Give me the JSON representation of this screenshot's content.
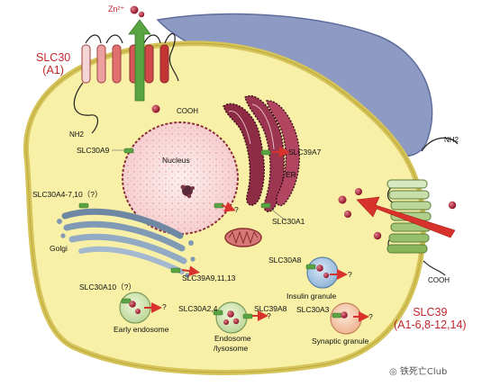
{
  "labels": {
    "zn": "Zn²⁺",
    "cooh_top": "COOH",
    "nh2_left": "NH2",
    "nh2_right": "NH2",
    "cooh_right": "COOH",
    "nucleus": "Nucleus",
    "er": "ER",
    "golgi": "Golgi",
    "slc30a9": "SLC30A9",
    "slc39a7": "SLC39A7",
    "slc30a1": "SLC30A1",
    "slc30a4": "SLC30A4-7,10（?）",
    "slc39a9": "SLC39A9,11,13",
    "slc30a8": "SLC30A8",
    "slc30a10": "SLC30A10（?）",
    "slc30a2": "SLC30A2,4",
    "slc39a8": "SLC39A8",
    "slc30a3": "SLC30A3",
    "insulin": "Insulin granule",
    "early_endosome": "Early endosome",
    "endosome": "Endosome",
    "lysosome": "/lysosome",
    "synaptic": "Synaptic granule",
    "q_nucleus": "?",
    "q_insulin": "?",
    "q_early": "?",
    "q_endo": "?",
    "q_synaptic": "?",
    "slc30_title": "SLC30",
    "slc30_sub": "(A1)",
    "slc39_title": "SLC39",
    "slc39_sub": "(A1-6,8-12,14)",
    "watermark": "铁死亡Club"
  },
  "colors": {
    "cytoplasm": "#f7f0a6",
    "membrane": "#d6c45a",
    "neighbor_cell": "#8d9bc4",
    "nucleus_fill": "#fbe3e3",
    "er": "#8c2b43",
    "golgi": "#6e87a3",
    "zinc": "#a31d33",
    "red_arrow": "#d8322c",
    "green_arrow": "#58a342",
    "title_red": "#c0272d"
  }
}
